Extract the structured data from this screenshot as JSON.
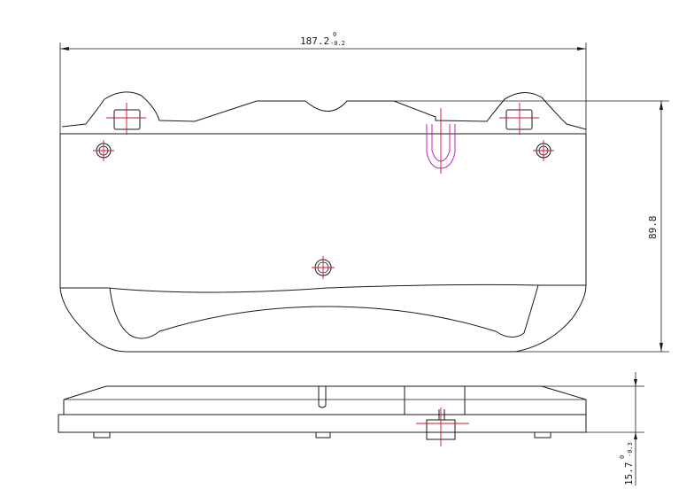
{
  "dimensions": {
    "width": {
      "value": "187.2",
      "upper_tol": "0",
      "lower_tol": "-0.2"
    },
    "height": {
      "value": "89.8"
    },
    "thickness": {
      "value": "15.7",
      "upper_tol": "0",
      "lower_tol": "-0.3"
    }
  },
  "colors": {
    "outline": "#1a1a1a",
    "centerline": "#d0102a",
    "clip_feature": "#c020c0",
    "background": "#ffffff"
  }
}
